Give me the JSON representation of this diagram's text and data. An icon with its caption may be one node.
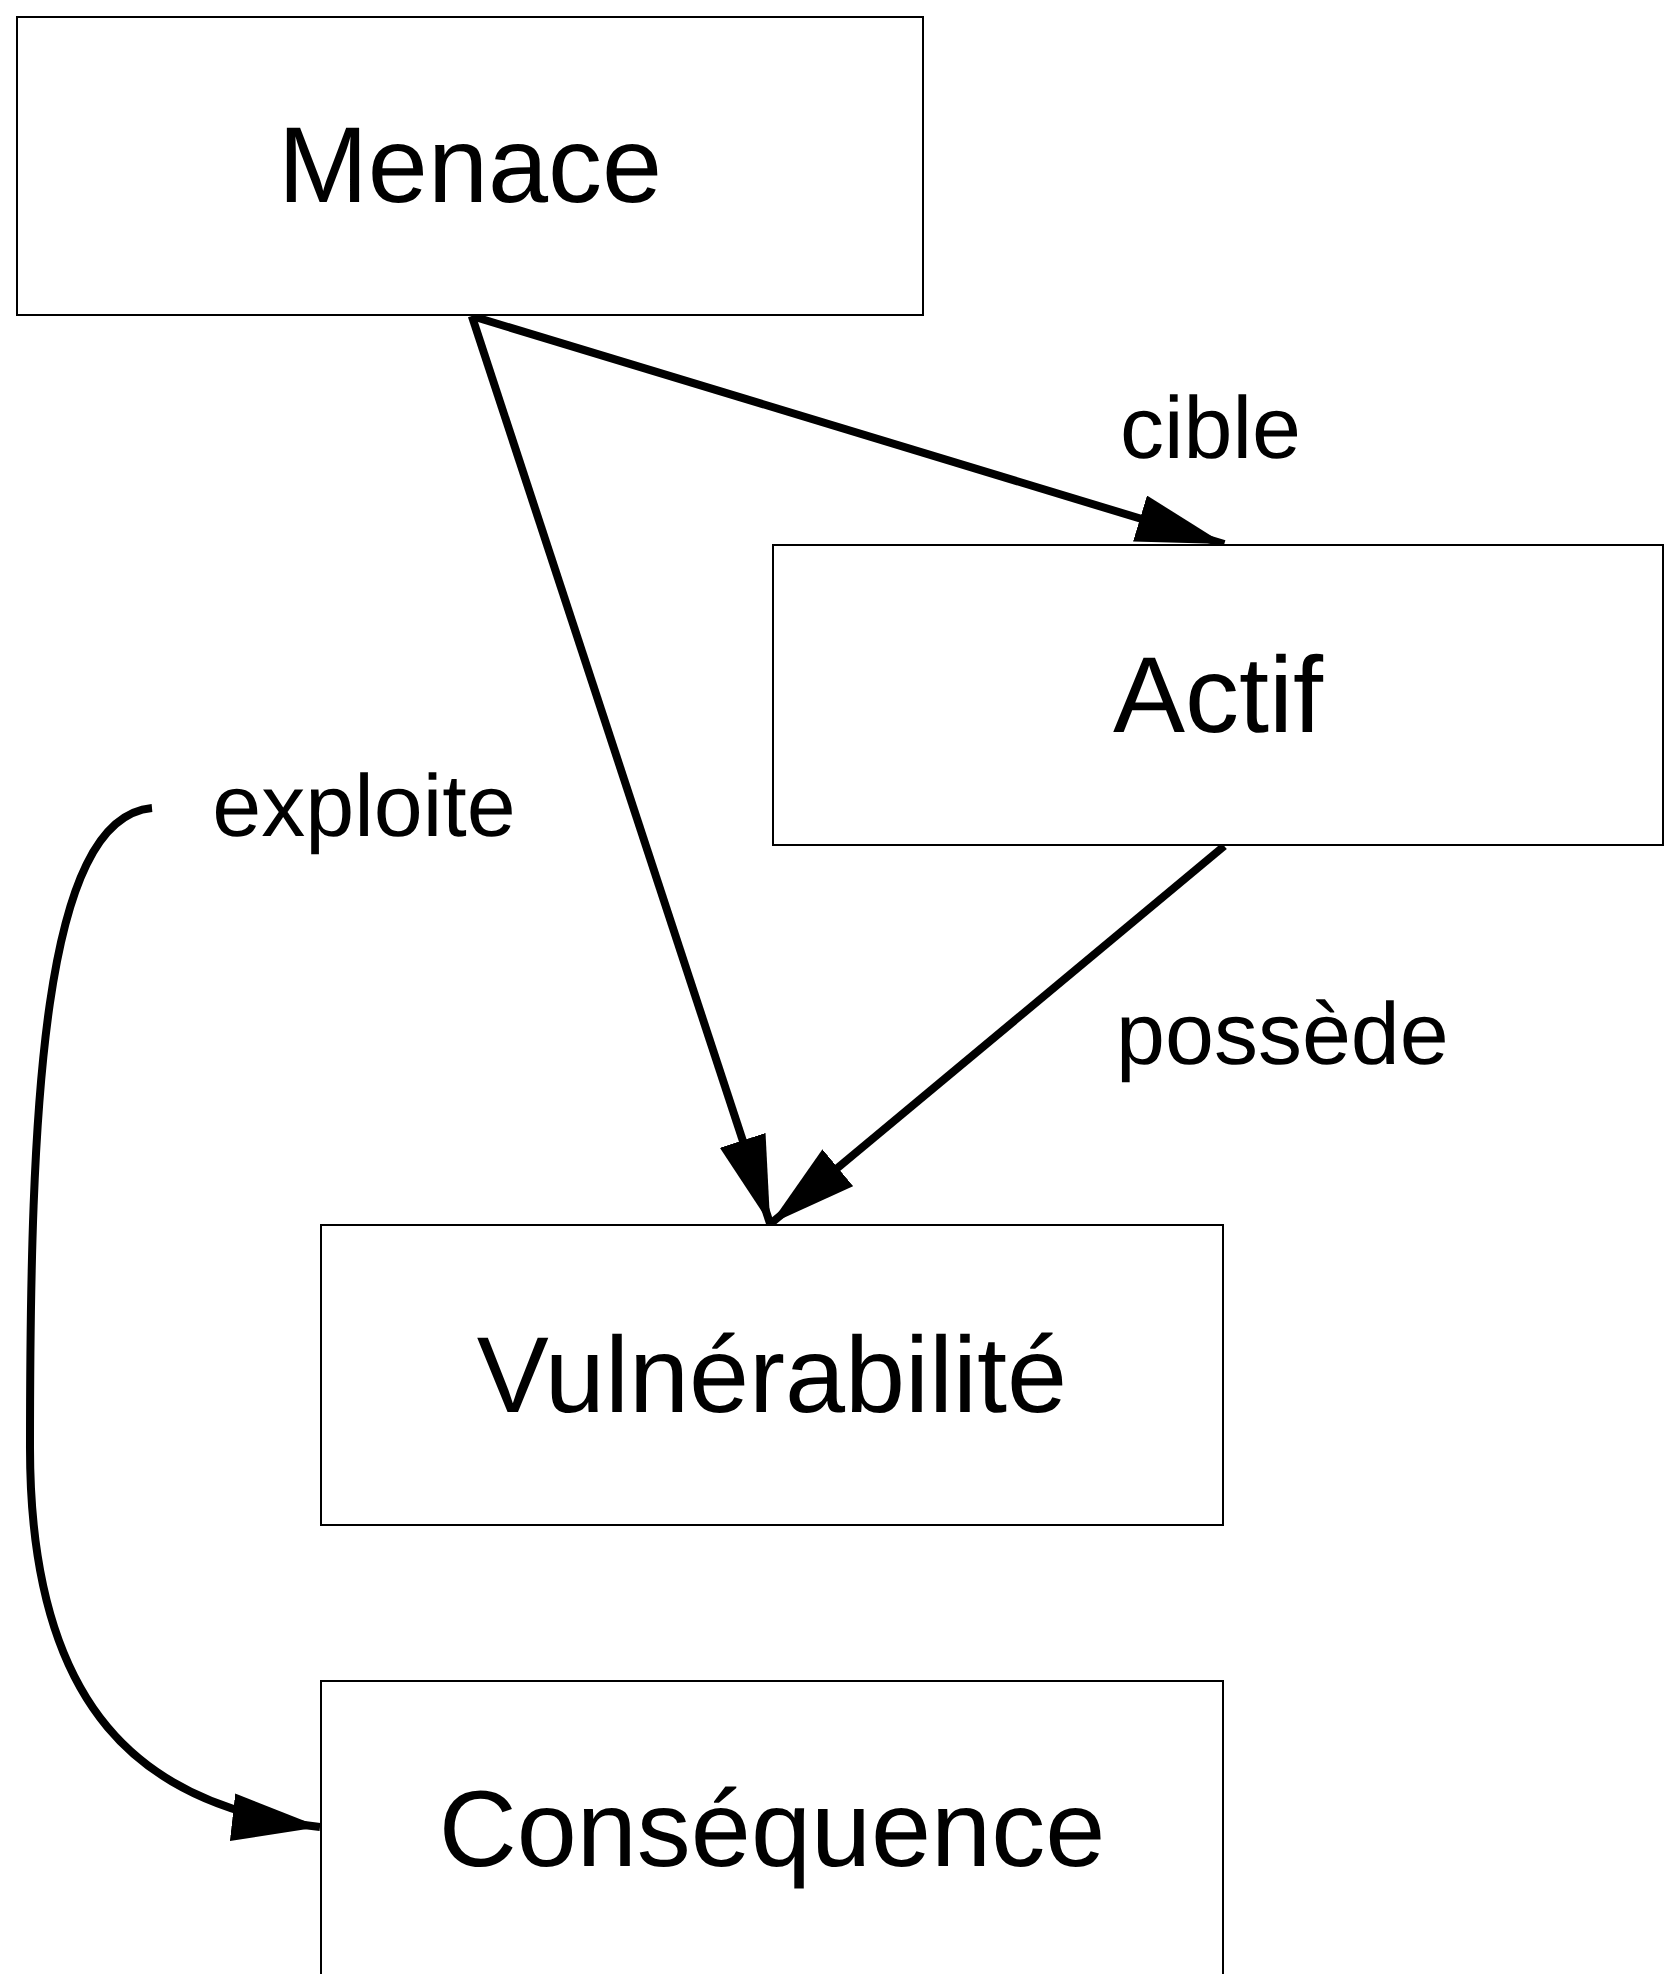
{
  "diagram": {
    "nodes": [
      {
        "text": [
          "Menace"
        ]
      },
      {
        "text": [
          "Actif"
        ]
      },
      {
        "text": [
          "exploite"
        ]
      },
      {
        "text": [
          "Vulnérabilité"
        ]
      },
      {
        "text": [
          "Conséquence"
        ]
      }
    ],
    "edges": [
      {
        "from": 0,
        "to": 1,
        "arrow": "to",
        "label": "cible"
      },
      {
        "from": 0,
        "to": 3,
        "arrow": "to"
      },
      {
        "from": 1,
        "to": 3,
        "arrow": "to",
        "label": "possède"
      },
      {
        "from": 2,
        "to": 4,
        "arrow": "to"
      }
    ]
  }
}
